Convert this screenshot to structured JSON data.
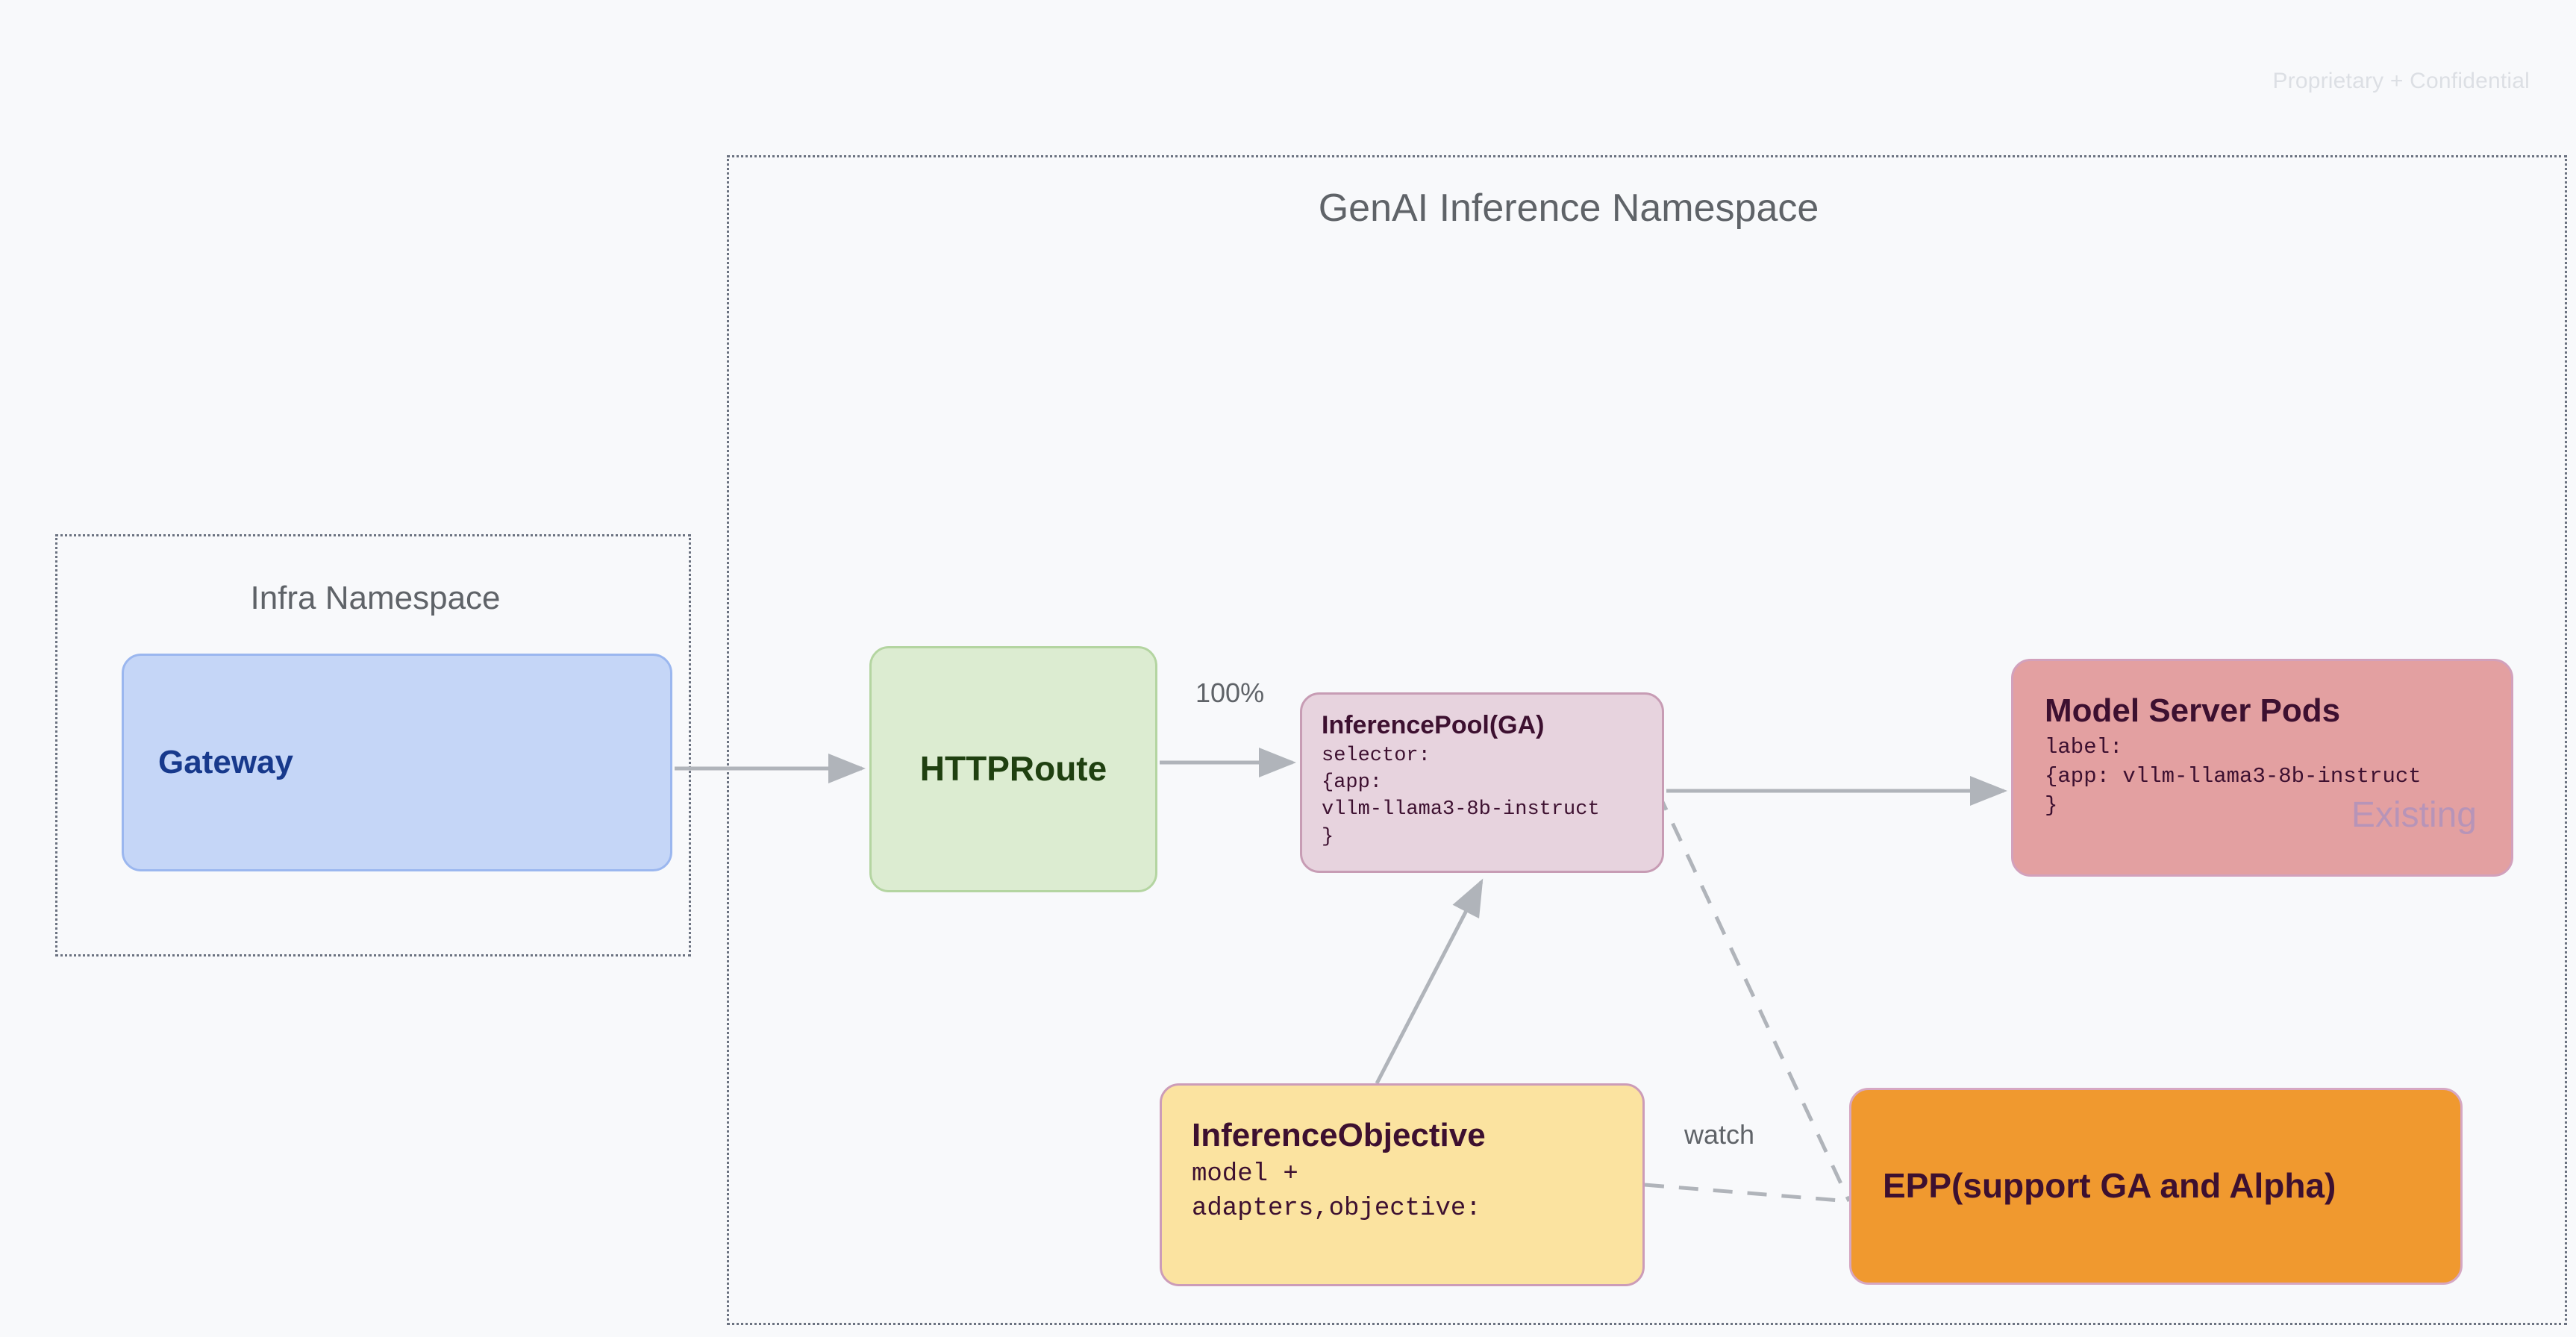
{
  "watermark": "Proprietary + Confidential",
  "namespaces": [
    {
      "id": "infra",
      "title": "Infra Namespace"
    },
    {
      "id": "genai",
      "title": "GenAI Inference Namespace"
    }
  ],
  "nodes": {
    "gateway": {
      "title": "Gateway"
    },
    "httproute": {
      "title": "HTTPRoute"
    },
    "inferencepool": {
      "title": "InferencePool(GA)",
      "body": "selector:\n{app:\nvllm-llama3-8b-instruct\n}"
    },
    "model_server_pods": {
      "title": "Model Server Pods",
      "body": "label:\n{app: vllm-llama3-8b-instruct\n}",
      "badge": "Existing"
    },
    "inferenceobjective": {
      "title": "InferenceObjective",
      "body": "model +\nadapters,objective:"
    },
    "epp": {
      "title": "EPP(support GA and Alpha)"
    }
  },
  "edges": [
    {
      "id": "gateway-to-httproute",
      "label": "",
      "style": "solid"
    },
    {
      "id": "httproute-to-inferencepool",
      "label": "100%",
      "style": "solid"
    },
    {
      "id": "inferencepool-to-modelserverpods",
      "label": "",
      "style": "solid"
    },
    {
      "id": "inferenceobjective-to-inferencepool",
      "label": "",
      "style": "solid"
    },
    {
      "id": "inferencepool-to-epp",
      "label": "",
      "style": "dashed"
    },
    {
      "id": "inferenceobjective-to-epp",
      "label": "watch",
      "style": "dashed"
    }
  ],
  "colors": {
    "background": "#f8f9fb",
    "gateway_fill": "#c5d6f7",
    "gateway_text": "#17398c",
    "httproute_fill": "#dcecd1",
    "httproute_text": "#1f4010",
    "inferencepool_fill": "#e7d3de",
    "model_server_fill": "#e3a0a1",
    "inferenceobjective_fill": "#fbe3a0",
    "epp_fill": "#f0992f",
    "node_text_dark": "#3d1030",
    "connector": "#b0b4ba",
    "namespace_border": "#6b7280",
    "existing_badge": "#b794b8"
  }
}
